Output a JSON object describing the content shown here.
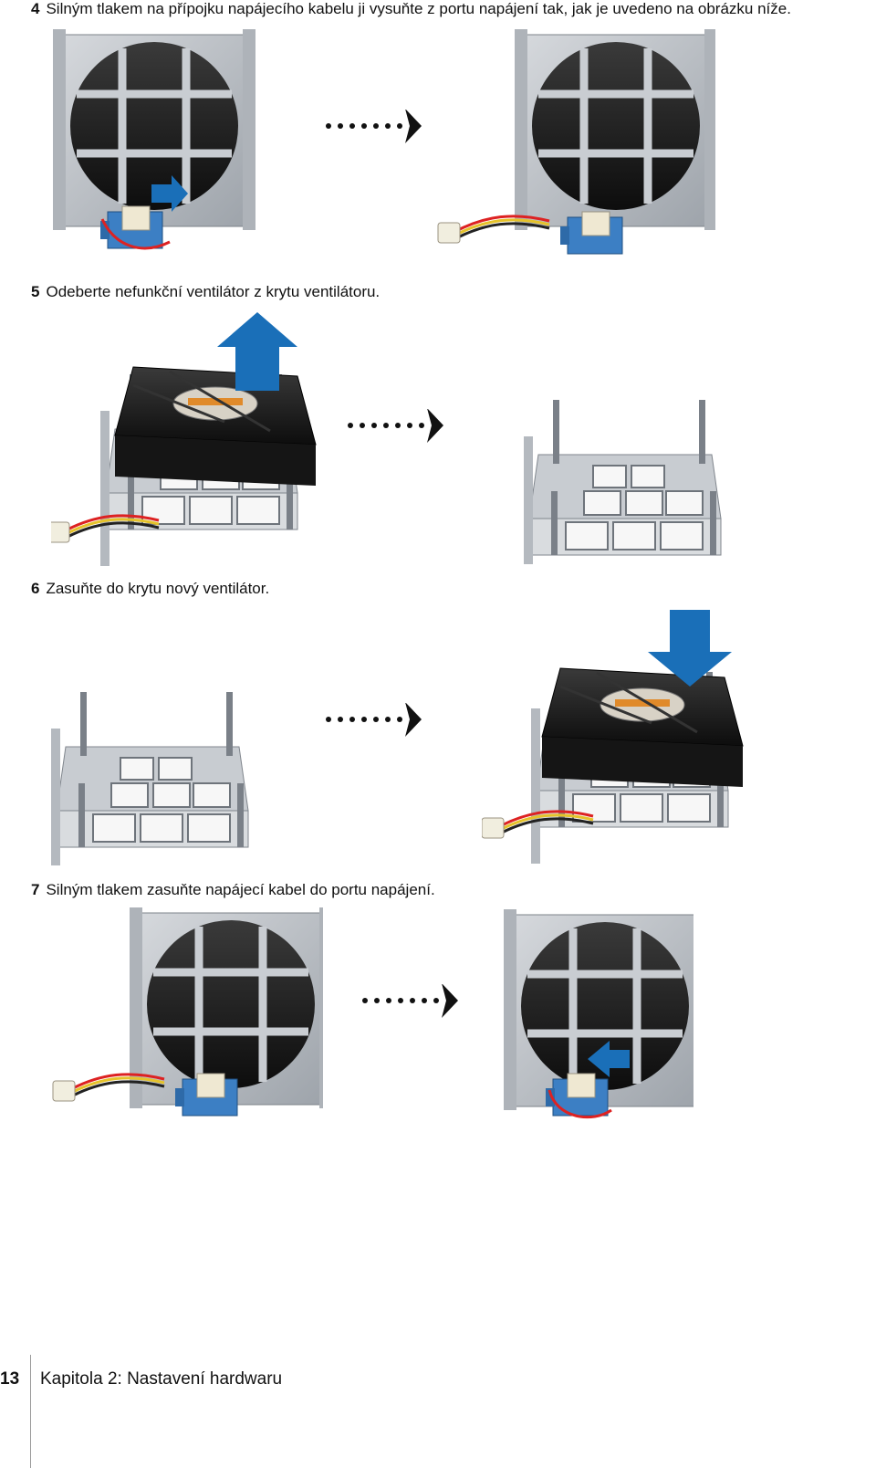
{
  "steps": [
    {
      "num": "4",
      "text": "Silným tlakem na přípojku napájecího kabelu ji vysuňte z portu napájení tak, jak je uvedeno na obrázku níže."
    },
    {
      "num": "5",
      "text": "Odeberte nefunkční ventilátor z krytu ventilátoru."
    },
    {
      "num": "6",
      "text": "Zasuňte do krytu nový ventilátor."
    },
    {
      "num": "7",
      "text": "Silným tlakem zasuňte napájecí kabel do portu napájení."
    }
  ],
  "footer": {
    "page_number": "13",
    "chapter": "Kapitola 2: Nastavení hardwaru"
  },
  "colors": {
    "accent_arrow": "#1a6fb8",
    "metal": "#b9bec4",
    "fan": "#1b1b1b"
  }
}
